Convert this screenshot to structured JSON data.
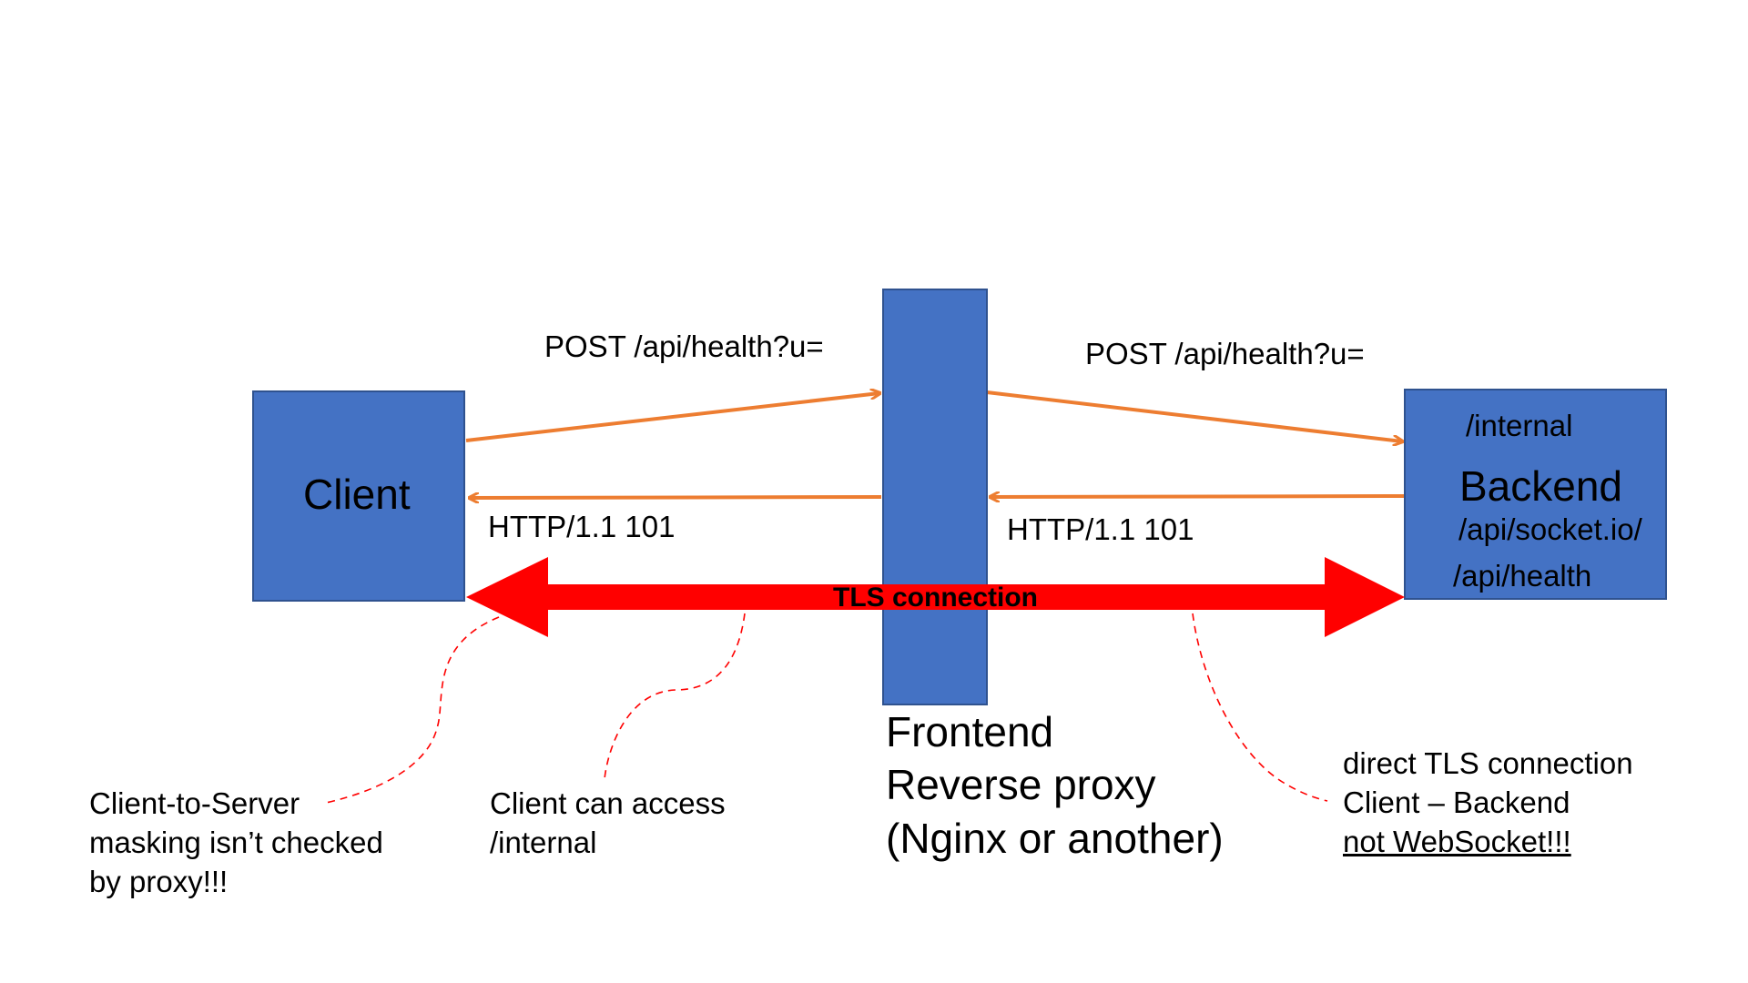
{
  "colors": {
    "box_fill": "#4472C4",
    "box_stroke": "#2F528F",
    "arrow_orange": "#ED7D31",
    "tls_red": "#FF0000",
    "callout_red": "#FF0000"
  },
  "nodes": {
    "client": {
      "label": "Client"
    },
    "proxy": {
      "lines": [
        "Frontend",
        "Reverse proxy",
        "(Nginx or another)"
      ]
    },
    "backend": {
      "label": "Backend",
      "paths": [
        "/internal",
        "/api/socket.io/",
        "/api/health"
      ]
    }
  },
  "edges": {
    "client_to_proxy_request": "POST /api/health?u=",
    "proxy_to_backend_request": "POST /api/health?u=",
    "proxy_to_client_response": "HTTP/1.1 101",
    "backend_to_proxy_response": "HTTP/1.1 101",
    "tls": "TLS connection"
  },
  "notes": {
    "masking": [
      "Client-to-Server",
      "masking isn’t checked",
      "by proxy!!!"
    ],
    "access": [
      "Client can access",
      "/internal"
    ],
    "direct": [
      "direct TLS connection",
      "Client – Backend",
      "not WebSocket!!!"
    ]
  }
}
